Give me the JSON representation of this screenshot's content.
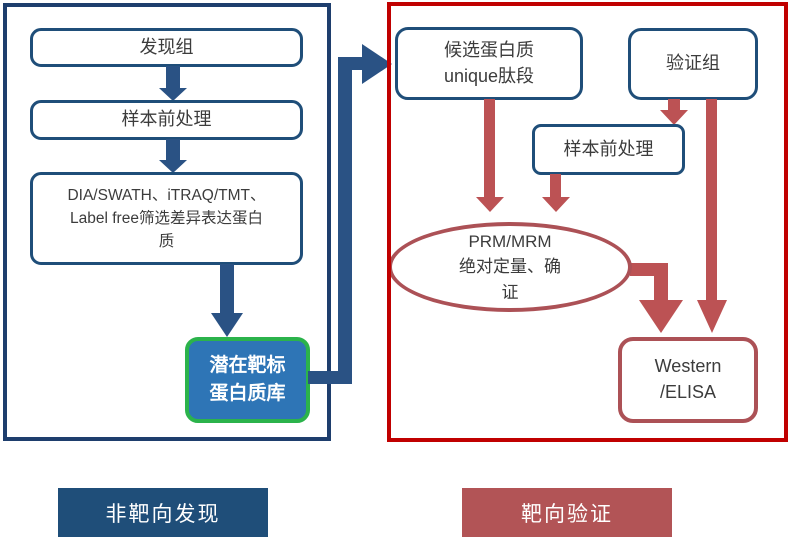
{
  "diagram_title": "proteomics discovery and validation workflow",
  "colors": {
    "navy_panel": "#1e3e6d",
    "navy_box_border": "#1f4e79",
    "navy_arrow": "#2a5284",
    "blue_fill": "#2e75b6",
    "green_border": "#2bb34b",
    "red_panel_border": "#c00000",
    "maroon_shape_border": "#ac5156",
    "maroon_arrow": "#bc5254",
    "tag_blue_bg": "#1f4e79",
    "tag_red_bg": "#b25456",
    "text": "#3c3c3c"
  },
  "left_panel": {
    "box_discovery_group": "发现组",
    "box_sample_prep": "样本前处理",
    "box_screening_lines": [
      "DIA/SWATH、iTRAQ/TMT、",
      "Label free筛选差异表达蛋白",
      "质"
    ],
    "box_target_library_lines": [
      "潜在靶标",
      "蛋白质库"
    ],
    "tag": "非靶向发现"
  },
  "right_panel": {
    "box_candidate_lines": [
      "候选蛋白质",
      "unique肽段"
    ],
    "box_validation_group": "验证组",
    "box_sample_prep": "样本前处理",
    "ellipse_prm_lines": [
      "PRM/MRM",
      "绝对定量、确",
      "证"
    ],
    "box_western_lines": [
      "Western",
      "/ELISA"
    ],
    "tag": "靶向验证"
  }
}
